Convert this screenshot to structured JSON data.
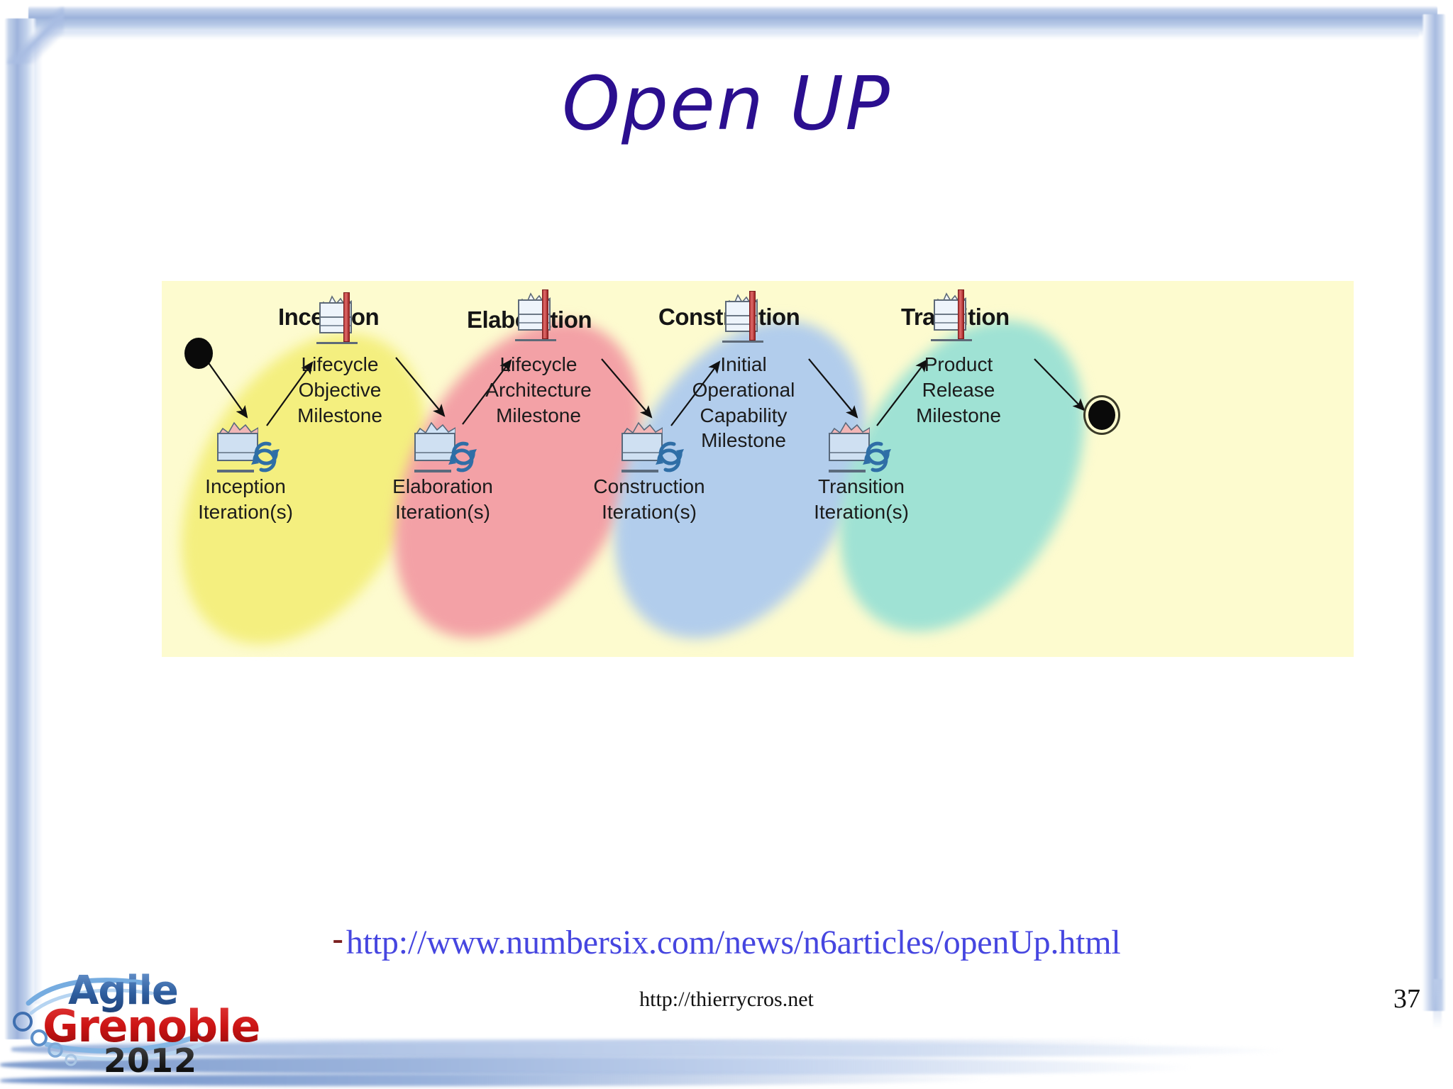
{
  "slide": {
    "title": "Open UP",
    "page_number": "37",
    "footer_url": "http://thierrycros.net",
    "bullet": {
      "dash": "-",
      "url": "http://www.numbersix.com/news/n6articles/openUp.html"
    }
  },
  "logo": {
    "line1": "Agile",
    "line2": "Grenoble",
    "line3": "2012",
    "colors": {
      "agile": "#2f5fa0",
      "grenoble": "#cc1414",
      "year": "#1a1a1a",
      "swoosh": "#5a9bd8"
    }
  },
  "diagram": {
    "panel_background": "#fdfbcf",
    "phases": [
      {
        "name": "Inception",
        "ellipse_color": "#f4ef7f",
        "iteration_label_line1": "Inception",
        "iteration_label_line2": "Iteration(s)",
        "milestone_line1": "Lifecycle",
        "milestone_line2": "Objective",
        "milestone_line3": "Milestone"
      },
      {
        "name": "Elaboration",
        "ellipse_color": "#f3a1a6",
        "iteration_label_line1": "Elaboration",
        "iteration_label_line2": "Iteration(s)",
        "milestone_line1": "Lifecycle",
        "milestone_line2": "Architecture",
        "milestone_line3": "Milestone"
      },
      {
        "name": "Construction",
        "ellipse_color": "#b2cdec",
        "iteration_label_line1": "Construction",
        "iteration_label_line2": "Iteration(s)",
        "milestone_line1": "Initial",
        "milestone_line2": "Operational",
        "milestone_line3": "Capability",
        "milestone_line4": "Milestone"
      },
      {
        "name": "Transition",
        "ellipse_color": "#9fe2d4",
        "iteration_label_line1": "Transition",
        "iteration_label_line2": "Iteration(s)",
        "milestone_line1": "Product",
        "milestone_line2": "Release",
        "milestone_line3": "Milestone"
      }
    ],
    "start_node": "start-state",
    "end_node": "end-state"
  },
  "theme": {
    "title_color": "#2b0f8f",
    "link_color": "#4646e0",
    "dash_color": "#7b2020",
    "frame_color": "#9fb4dc"
  }
}
